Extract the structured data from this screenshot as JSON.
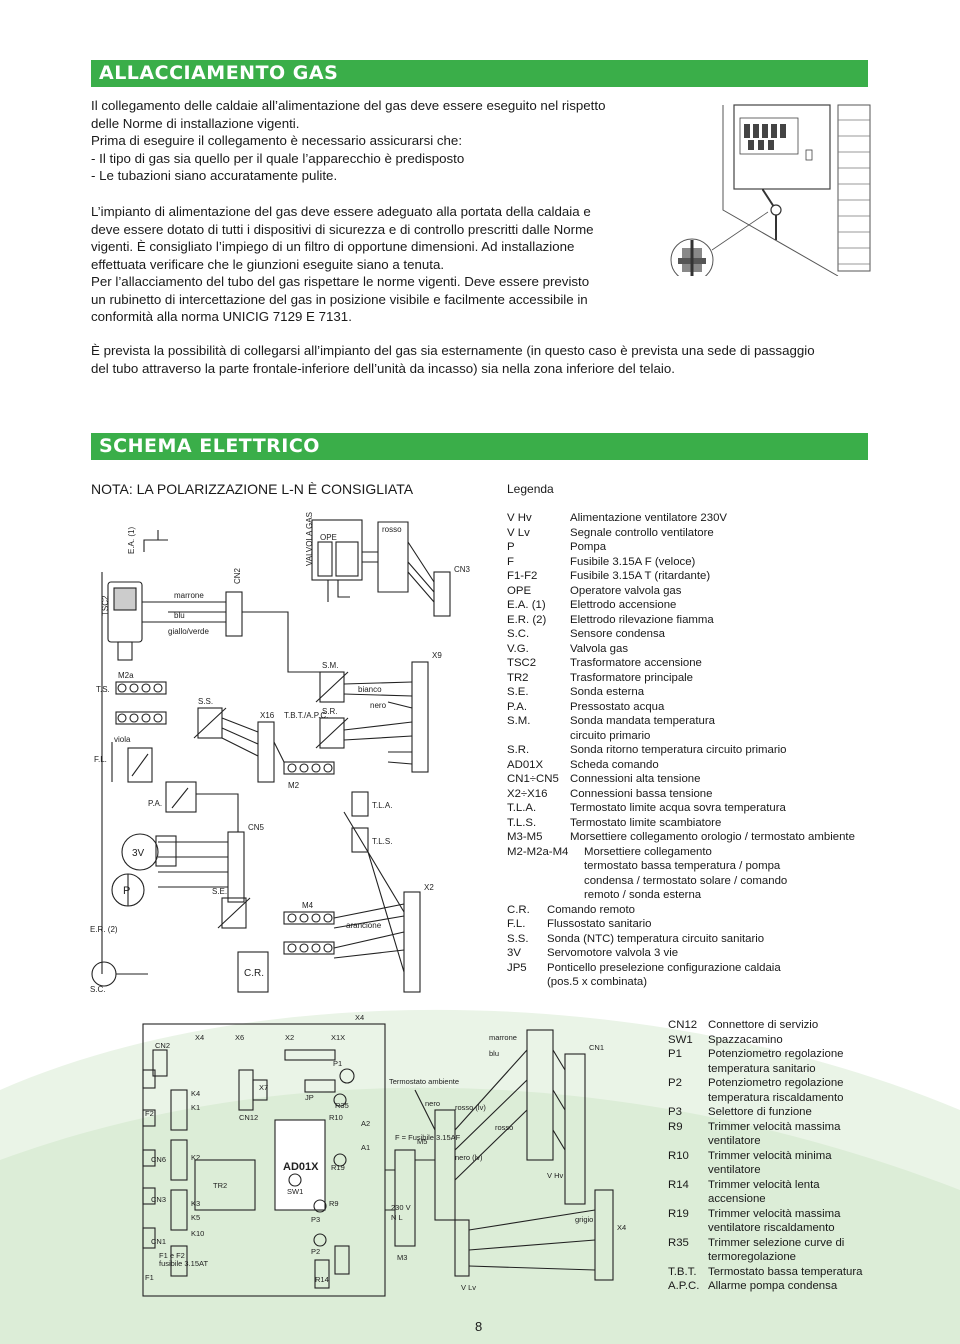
{
  "section_gas": {
    "title": "ALLACCIAMENTO GAS",
    "para1": [
      "Il collegamento delle caldaie all’alimentazione del gas deve essere eseguito nel rispetto",
      "delle Norme di installazione vigenti.",
      "Prima di eseguire il collegamento è necessario assicurarsi che:",
      "- Il tipo di gas sia quello per il quale l’apparecchio è predisposto",
      "- Le tubazioni siano accuratamente pulite."
    ],
    "para2": [
      "L’impianto di alimentazione del gas deve essere adeguato alla portata della caldaia e",
      "deve essere dotato di tutti i dispositivi di sicurezza e di controllo prescritti dalle Norme",
      "vigenti. È consigliato l’impiego di un filtro di opportune dimensioni. Ad installazione",
      "effettuata verificare che le giunzioni eseguite siano a tenuta.",
      "Per l’allacciamento del tubo del gas rispettare le norme vigenti. Deve essere previsto",
      "un rubinetto di intercettazione del gas in posizione visibile e facilmente accessibile in",
      "conformità alla norma UNICIG 7129 E 7131."
    ],
    "para3": [
      "È prevista la possibilità di collegarsi all’impianto del gas sia esternamente (in questo caso è prevista una sede di passaggio",
      "del tubo attraverso la parte frontale-inferiore dell’unità da incasso) sia nella zona inferiore del telaio."
    ]
  },
  "section_elec": {
    "title": "SCHEMA ELETTRICO",
    "nota": "NOTA: LA POLARIZZAZIONE L-N È CONSIGLIATA",
    "legenda_title": "Legenda"
  },
  "legend": [
    {
      "code": "V Hv",
      "desc": [
        "Alimentazione ventilatore 230V"
      ]
    },
    {
      "code": "V Lv",
      "desc": [
        "Segnale controllo ventilatore"
      ]
    },
    {
      "code": "P",
      "desc": [
        "Pompa"
      ]
    },
    {
      "code": "F",
      "desc": [
        "Fusibile 3.15A F (veloce)"
      ]
    },
    {
      "code": "F1-F2",
      "desc": [
        "Fusibile 3.15A T (ritardante)"
      ]
    },
    {
      "code": "OPE",
      "desc": [
        "Operatore valvola gas"
      ]
    },
    {
      "code": "E.A. (1)",
      "desc": [
        "Elettrodo accensione"
      ]
    },
    {
      "code": "E.R. (2)",
      "desc": [
        "Elettrodo rilevazione fiamma"
      ]
    },
    {
      "code": "S.C.",
      "desc": [
        "Sensore condensa"
      ]
    },
    {
      "code": "V.G.",
      "desc": [
        "Valvola gas"
      ]
    },
    {
      "code": "TSC2",
      "desc": [
        "Trasformatore accensione"
      ]
    },
    {
      "code": "TR2",
      "desc": [
        "Trasformatore principale"
      ]
    },
    {
      "code": "S.E.",
      "desc": [
        "Sonda esterna"
      ]
    },
    {
      "code": "P.A.",
      "desc": [
        "Pressostato acqua"
      ]
    },
    {
      "code": "S.M.",
      "desc": [
        "Sonda mandata temperatura",
        "circuito primario"
      ]
    },
    {
      "code": "S.R.",
      "desc": [
        "Sonda ritorno temperatura circuito primario"
      ]
    },
    {
      "code": "AD01X",
      "desc": [
        "Scheda comando"
      ]
    },
    {
      "code": "CN1÷CN5",
      "desc": [
        "Connessioni alta tensione"
      ]
    },
    {
      "code": "X2÷X16",
      "desc": [
        "Connessioni bassa tensione"
      ]
    },
    {
      "code": "T.L.A.",
      "desc": [
        "Termostato limite acqua sovra temperatura"
      ]
    },
    {
      "code": "T.L.S.",
      "desc": [
        "Termostato limite scambiatore"
      ]
    },
    {
      "code": "M3-M5",
      "desc": [
        "Morsettiere collegamento orologio / termostato ambiente"
      ]
    },
    {
      "code": "M2-M2a-M4",
      "style": "m2",
      "desc": [
        "Morsettiere collegamento",
        "termostato bassa temperatura / pompa",
        "condensa / termostato solare / comando",
        "remoto / sonda esterna"
      ]
    },
    {
      "code": "C.R.",
      "style": "narrow",
      "desc": [
        "Comando remoto"
      ]
    },
    {
      "code": "F.L.",
      "style": "narrow",
      "desc": [
        "Flussostato sanitario"
      ]
    },
    {
      "code": "S.S.",
      "style": "narrow",
      "desc": [
        "Sonda (NTC) temperatura circuito sanitario"
      ]
    },
    {
      "code": "3V",
      "style": "narrow",
      "desc": [
        "Servomotore valvola 3 vie"
      ]
    },
    {
      "code": "JP5",
      "style": "narrow",
      "desc": [
        "Ponticello preselezione configurazione caldaia",
        "(pos.5 x combinata)"
      ]
    }
  ],
  "legend2": [
    {
      "code": "CN12",
      "desc": [
        "Connettore di servizio"
      ]
    },
    {
      "code": "SW1",
      "desc": [
        "Spazzacamino"
      ]
    },
    {
      "code": "P1",
      "desc": [
        "Potenziometro regolazione",
        "temperatura sanitario"
      ]
    },
    {
      "code": "P2",
      "desc": [
        "Potenziometro regolazione",
        "temperatura riscaldamento"
      ]
    },
    {
      "code": "P3",
      "desc": [
        "Selettore di funzione"
      ]
    },
    {
      "code": "R9",
      "desc": [
        "Trimmer velocità massima",
        "ventilatore"
      ]
    },
    {
      "code": "R10",
      "desc": [
        "Trimmer velocità minima",
        "ventilatore"
      ]
    },
    {
      "code": "R14",
      "desc": [
        "Trimmer velocità lenta",
        "accensione"
      ]
    },
    {
      "code": "R19",
      "desc": [
        "Trimmer velocità massima",
        "ventilatore riscaldamento"
      ]
    },
    {
      "code": "R35",
      "desc": [
        "Trimmer selezione curve di",
        "termoregolazione"
      ]
    },
    {
      "code": "T.B.T.",
      "desc": [
        "Termostato bassa temperatura"
      ]
    },
    {
      "code": "A.P.C.",
      "desc": [
        "Allarme pompa condensa"
      ]
    }
  ],
  "schematic_labels": {
    "ea": "E.A. (1)",
    "tsc2": "TSC2",
    "cn2": "CN2",
    "marrone": "marrone",
    "blu": "blu",
    "giallo": "giallo/verde",
    "vg": "VALVOLA GAS",
    "ope": "OPE",
    "rosso": "rosso",
    "cn3": "CN3",
    "ts": "T.S.",
    "m2a": "M2a",
    "fl": "F.L.",
    "viola": "viola",
    "ss": "S.S.",
    "tbt": "T.B.T./A.P.C.",
    "x16": "X16",
    "sm": "S.M.",
    "sr": "S.R.",
    "x9": "X9",
    "bianco": "bianco",
    "nero": "nero",
    "pa": "P.A.",
    "m2": "M2",
    "tla": "T.L.A.",
    "tls": "T.L.S.",
    "v3": "3V",
    "cn5": "CN5",
    "p": "P",
    "er": "E.R. (2)",
    "se": "S.E.",
    "m4": "M4",
    "x2": "X2",
    "sc": "S.C.",
    "cr": "C.R.",
    "arancione": "arancione"
  },
  "board_labels": {
    "x4t": "X4",
    "x6": "X6",
    "x2": "X2",
    "x1x": "X1X",
    "cn2": "CN2",
    "x4": "X4",
    "x7": "X7",
    "ad01x": "AD01X",
    "tr2": "TR2",
    "f1": "F1",
    "f2": "F2",
    "f1f2": "F1 e F2",
    "fus": "fusibile 3.15AT",
    "cn1": "CN1",
    "cn3": "CN3",
    "cn6": "CN6",
    "cn12": "CN12",
    "k1": "K1",
    "k2": "K2",
    "k3": "K3",
    "k4": "K4",
    "k5": "K5",
    "k10": "K10",
    "sw1": "SW1",
    "p1": "P1",
    "p2": "P2",
    "p3": "P3",
    "r9": "R9",
    "r10": "R10",
    "r14": "R14",
    "r19": "R19",
    "r35": "R35",
    "jp": "JP",
    "m3": "M3",
    "m5": "M5",
    "ta": "Termostato ambiente",
    "fus2": "F = Fusibile 3.15AF",
    "vhv": "V Hv",
    "vlv": "V Lv",
    "v230": "230 V",
    "nl": "N L",
    "marrone": "marrone",
    "nero": "nero",
    "blu": "blu",
    "rosso": "rosso",
    "rosso_lv": "rosso (lv)",
    "nero_lv": "nero (lv)",
    "grigio": "grigio",
    "cn1r": "CN1",
    "x4r": "X4",
    "a1": "A1",
    "a2": "A2"
  },
  "page_number": "8"
}
